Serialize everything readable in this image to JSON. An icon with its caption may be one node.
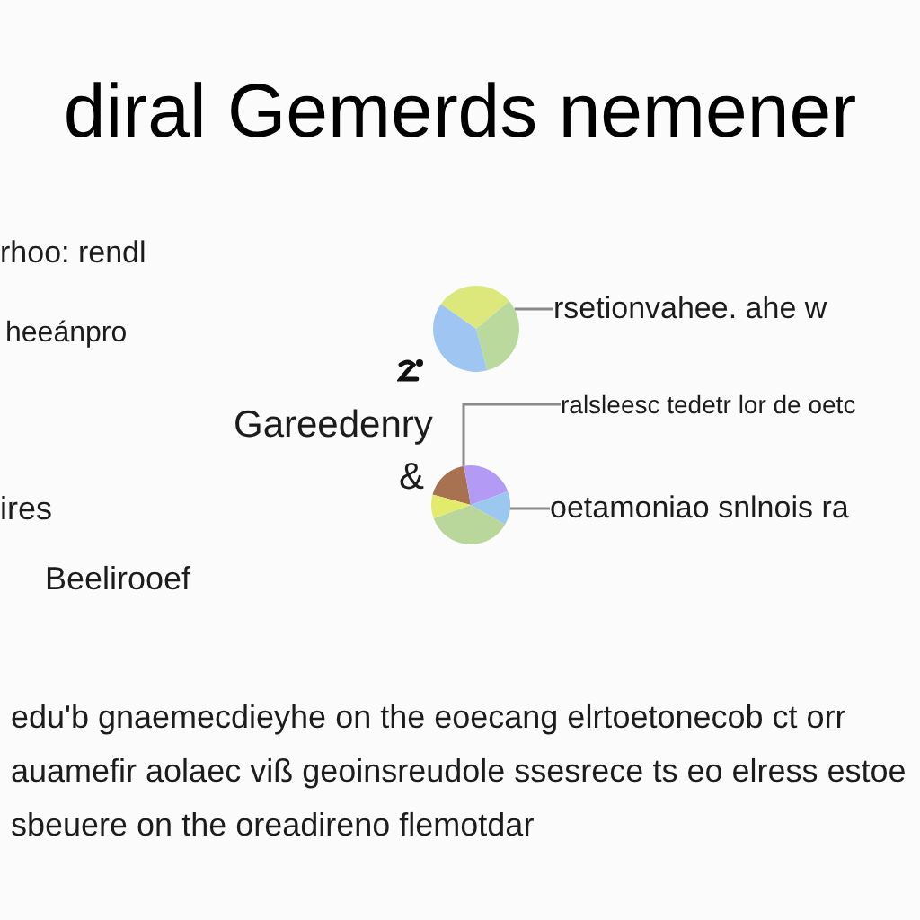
{
  "diagram": {
    "title": "diral Gemerds nemener",
    "nodes": [
      {
        "text": [],
        "shape": "pie"
      },
      {
        "text": [
          "rsetionvahee. ahe w"
        ]
      },
      {
        "text": [
          "ralsleesc tedetr lor de oetc"
        ]
      },
      {
        "text": [],
        "shape": "pie"
      },
      {
        "text": [
          "oetamoniao snlnois ra"
        ]
      }
    ],
    "edges": [
      {
        "from": 1,
        "to": 0,
        "arrow": "none"
      },
      {
        "from": 2,
        "to": 3,
        "arrow": "none"
      },
      {
        "from": 4,
        "to": 3,
        "arrow": "none"
      }
    ],
    "labels": [
      "rhoo: rendl",
      "heeánpro",
      "Gareedenry",
      "&",
      "ires",
      "Beelirooef",
      "edu'b gnaemecdieyhe on the eoecang elrtoetonecob ct orr auamefir aolaec viß geoinsreudole ssesrece ts eo elress estoe sbeuere on the oreadireno flemotdar"
    ]
  }
}
